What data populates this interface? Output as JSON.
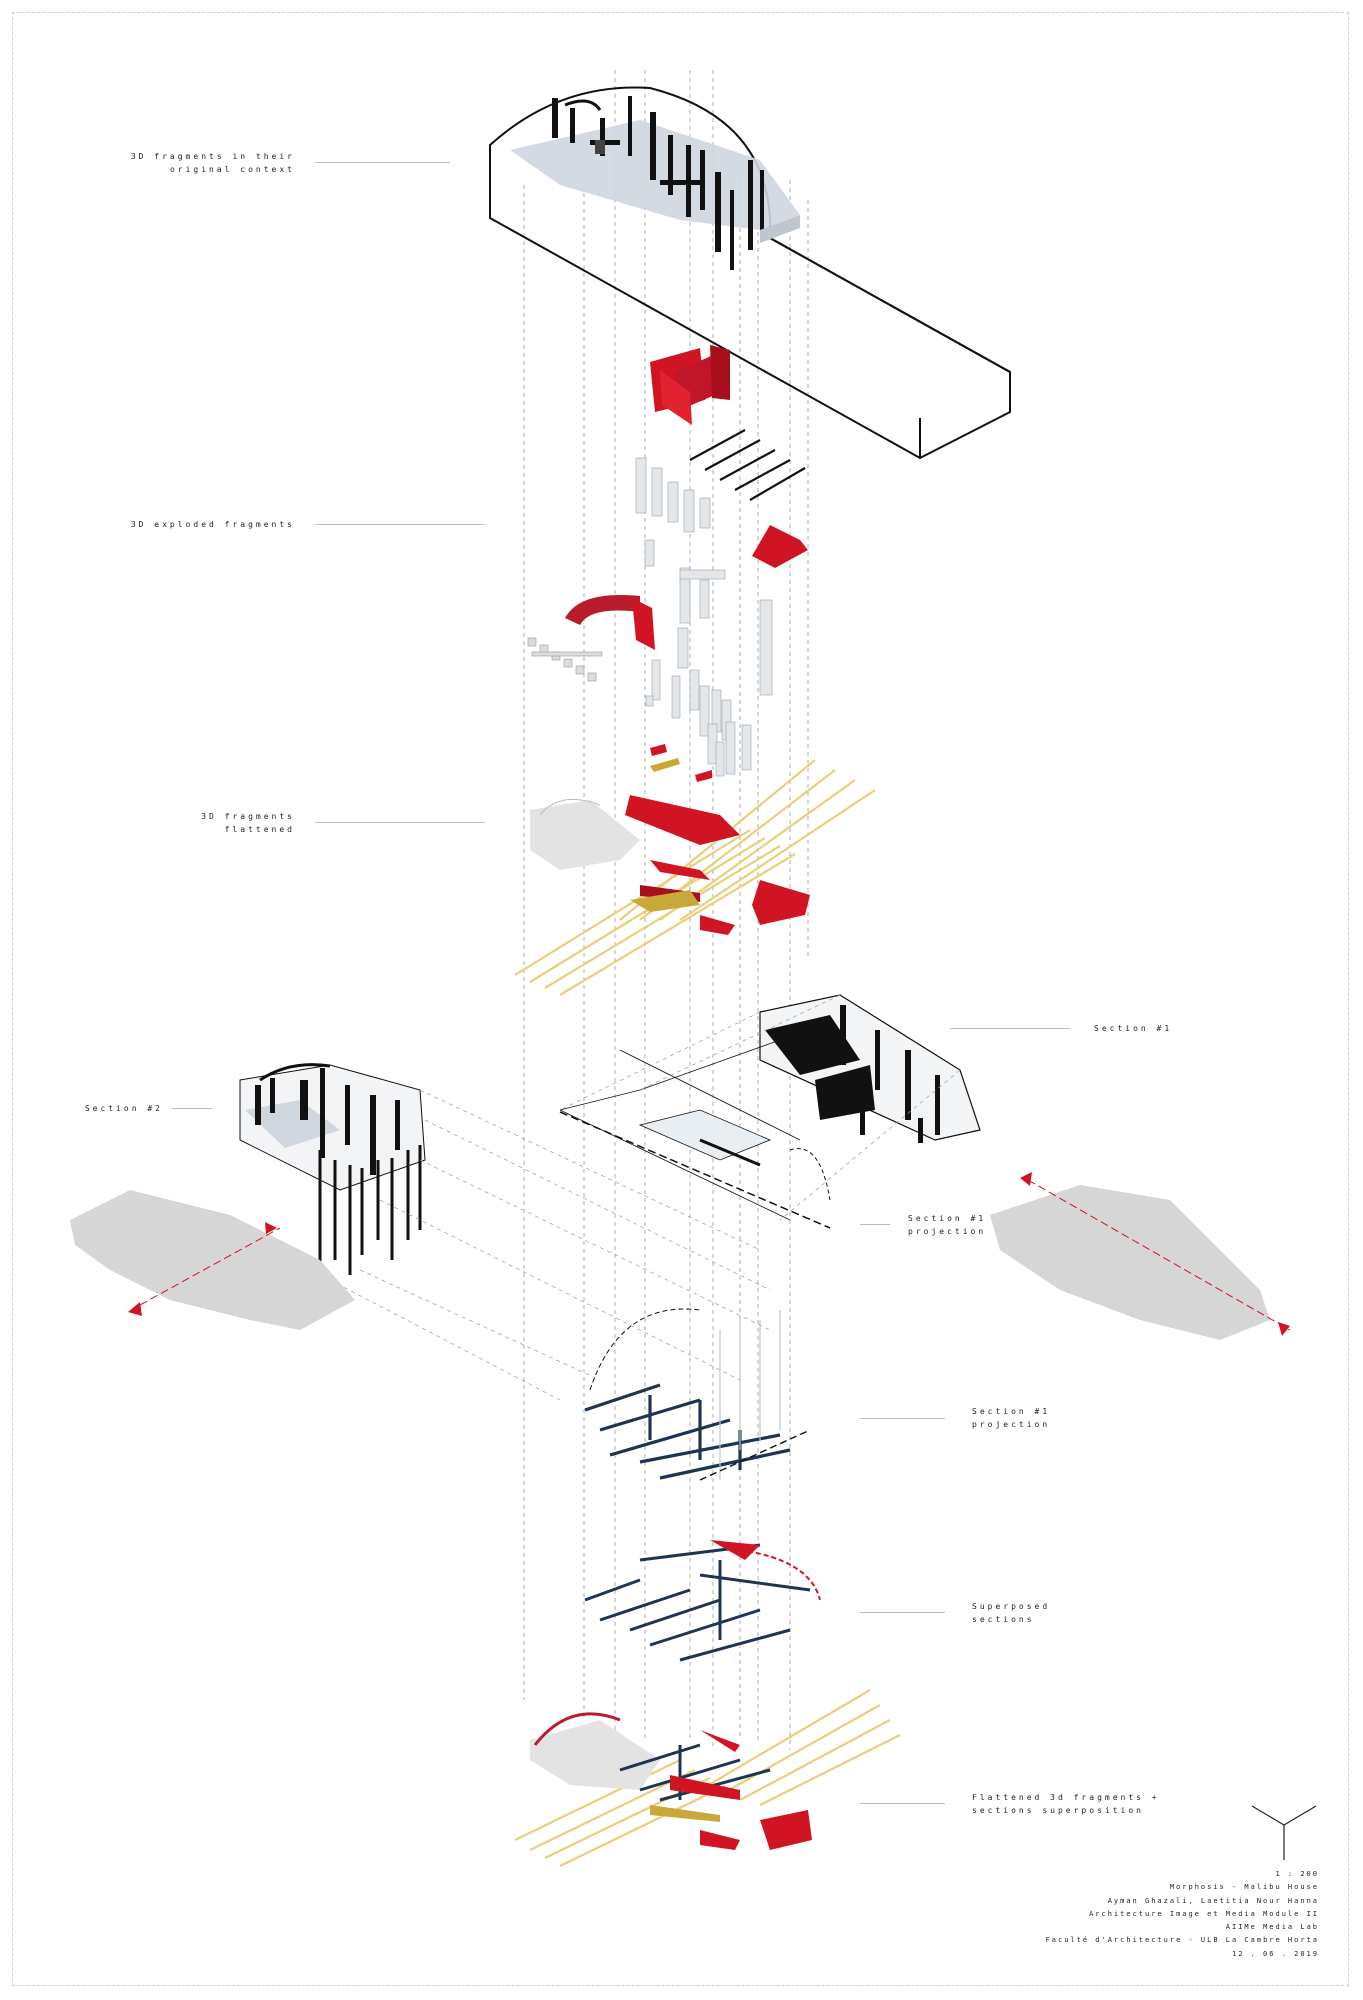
{
  "labels": {
    "context": [
      "3D fragments in their",
      "original context"
    ],
    "exploded": [
      "3D exploded fragments"
    ],
    "flattened": [
      "3D fragments",
      "flattened"
    ],
    "section1": [
      "Section #1"
    ],
    "section2": [
      "Section #2"
    ],
    "section1_projection_a": [
      "Section #1",
      "projection"
    ],
    "section1_projection_b": [
      "Section #1",
      "projection"
    ],
    "superposed": [
      "Superposed",
      "sections"
    ],
    "final": [
      "Flattened 3d fragments +",
      "sections superposition"
    ]
  },
  "credits": {
    "scale": "1 : 200",
    "project": "Morphosis - Malibu House",
    "authors": "Ayman Ghazali, Laetitia Nour Hanna",
    "course": "Architecture Image et Media Module II",
    "lab": "AIIMe Media Lab",
    "school": "Faculté d'Architecture - ULB La Cambre Horta",
    "date": "12 . 06 . 2019"
  },
  "colors": {
    "red": "#d01424",
    "dark_red": "#a80f1c",
    "yellow": "#e9cf7a",
    "navy": "#1d3452",
    "ink": "#111111",
    "slab": "#cfd6de",
    "plan_grey": "#d6d6d6",
    "leader": "#bdbdbd"
  },
  "icons": {
    "axis": "isometric-axis-icon"
  }
}
